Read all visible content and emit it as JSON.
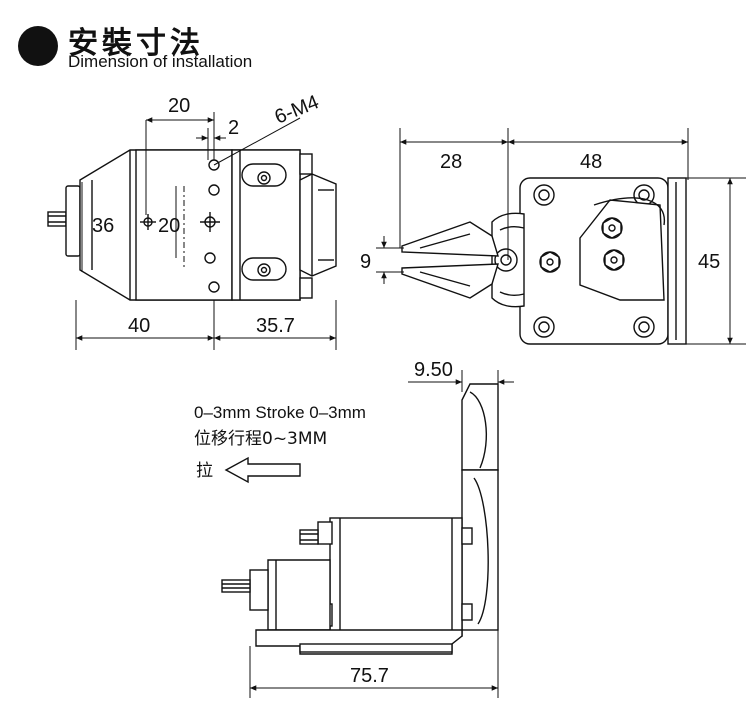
{
  "header": {
    "title_cn": "安裝寸法",
    "title_en": "Dimension of installation"
  },
  "front_view": {
    "dim_top_20": "20",
    "dim_top_2": "2",
    "label_screws": "6-M4",
    "dim_left_36": "36",
    "dim_inner_20": "20",
    "dim_bottom_40": "40",
    "dim_bottom_35_7": "35.7"
  },
  "side_view": {
    "dim_28": "28",
    "dim_48": "48",
    "dim_9": "9",
    "dim_45": "45"
  },
  "bottom_view": {
    "dim_9_50": "9.50",
    "stroke_en": "0–3mm Stroke 0–3mm",
    "stroke_cn": "位移行程0~3MM",
    "pull_label": "拉",
    "dim_75_7": "75.7"
  }
}
